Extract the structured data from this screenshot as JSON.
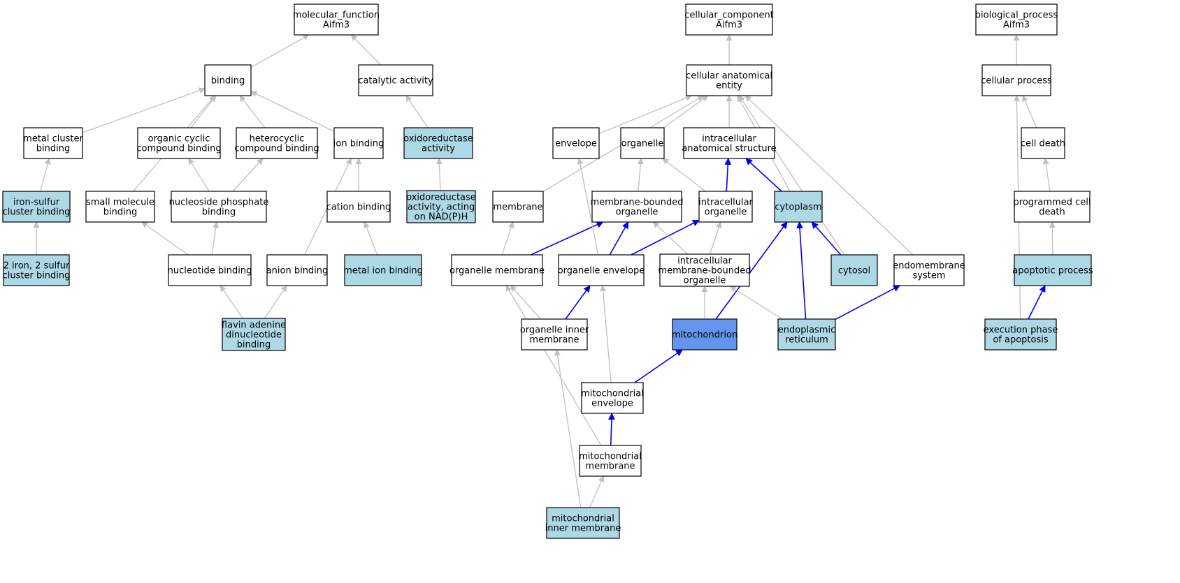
{
  "colors": {
    "white": "#ffffff",
    "annotated": "#add8e6",
    "focus": "#6495ed",
    "edge_gray": "#c0c0c0",
    "edge_blue": "#0000ee",
    "border": "#000000"
  },
  "nodes": {
    "mf_root": [
      "molecular_function",
      "Aifm3"
    ],
    "cc_root": [
      "cellular_component",
      "Aifm3"
    ],
    "bp_root": [
      "biological_process",
      "Aifm3"
    ],
    "binding": [
      "binding"
    ],
    "catalytic": [
      "catalytic activity"
    ],
    "cae": [
      "cellular anatomical",
      "entity"
    ],
    "cellproc": [
      "cellular process"
    ],
    "metalcluster": [
      "metal cluster",
      "binding"
    ],
    "organiccyclic": [
      "organic cyclic",
      "compound binding"
    ],
    "heterocyclic": [
      "heterocyclic",
      "compound binding"
    ],
    "ionbinding": [
      "ion binding"
    ],
    "oxido": [
      "oxidoreductase",
      "activity"
    ],
    "envelope": [
      "envelope"
    ],
    "organelle": [
      "organelle"
    ],
    "ias": [
      "intracellular",
      "anatomical structure"
    ],
    "celldeath": [
      "cell death"
    ],
    "ironsulfur": [
      "iron-sulfur",
      "cluster binding"
    ],
    "smallmol": [
      "small molecule",
      "binding"
    ],
    "nucphos": [
      "nucleoside phosphate",
      "binding"
    ],
    "cation": [
      "cation binding"
    ],
    "oxidonadph": [
      "oxidoreductase",
      "activity, acting",
      "on NAD(P)H"
    ],
    "membrane": [
      "membrane"
    ],
    "mbo": [
      "membrane-bounded",
      "organelle"
    ],
    "io": [
      "intracellular",
      "organelle"
    ],
    "cytoplasm": [
      "cytoplasm"
    ],
    "pcd": [
      "programmed cell",
      "death"
    ],
    "twoiron": [
      "2 iron, 2 sulfur",
      "cluster binding"
    ],
    "nucbinding": [
      "nucleotide binding"
    ],
    "anion": [
      "anion binding"
    ],
    "metalion": [
      "metal ion binding"
    ],
    "orgmem": [
      "organelle membrane"
    ],
    "orgenv": [
      "organelle envelope"
    ],
    "imbo": [
      "intracellular",
      "membrane-bounded",
      "organelle"
    ],
    "cytosol": [
      "cytosol"
    ],
    "endomem": [
      "endomembrane",
      "system"
    ],
    "apoptotic": [
      "apoptotic process"
    ],
    "fad": [
      "flavin adenine",
      "dinucleotide",
      "binding"
    ],
    "oim": [
      "organelle inner",
      "membrane"
    ],
    "mito": [
      "mitochondrion"
    ],
    "er": [
      "endoplasmic",
      "reticulum"
    ],
    "execphase": [
      "execution phase",
      "of apoptosis"
    ],
    "mitoenv": [
      "mitochondrial",
      "envelope"
    ],
    "mitomem": [
      "mitochondrial",
      "membrane"
    ],
    "mitoinner": [
      "mitochondrial",
      "inner membrane"
    ]
  },
  "node_fill": {
    "ironsulfur": "annotated",
    "twoiron": "annotated",
    "oxido": "annotated",
    "oxidonadph": "annotated",
    "metalion": "annotated",
    "fad": "annotated",
    "cytoplasm": "annotated",
    "cytosol": "annotated",
    "er": "annotated",
    "mitoinner": "annotated",
    "apoptotic": "annotated",
    "execphase": "annotated",
    "mito": "focus"
  },
  "edges": [
    [
      "binding",
      "mf_root",
      "gray"
    ],
    [
      "catalytic",
      "mf_root",
      "gray"
    ],
    [
      "metalcluster",
      "binding",
      "gray"
    ],
    [
      "organiccyclic",
      "binding",
      "gray"
    ],
    [
      "heterocyclic",
      "binding",
      "gray"
    ],
    [
      "ionbinding",
      "binding",
      "gray"
    ],
    [
      "smallmol",
      "binding",
      "gray"
    ],
    [
      "oxido",
      "catalytic",
      "gray"
    ],
    [
      "oxidonadph",
      "oxido",
      "gray"
    ],
    [
      "ironsulfur",
      "metalcluster",
      "gray"
    ],
    [
      "twoiron",
      "ironsulfur",
      "gray"
    ],
    [
      "nucphos",
      "organiccyclic",
      "gray"
    ],
    [
      "nucphos",
      "heterocyclic",
      "gray"
    ],
    [
      "cation",
      "ionbinding",
      "gray"
    ],
    [
      "anion",
      "ionbinding",
      "gray"
    ],
    [
      "metalion",
      "cation",
      "gray"
    ],
    [
      "nucbinding",
      "smallmol",
      "gray"
    ],
    [
      "nucbinding",
      "nucphos",
      "gray"
    ],
    [
      "fad",
      "nucbinding",
      "gray"
    ],
    [
      "fad",
      "anion",
      "gray"
    ],
    [
      "cae",
      "cc_root",
      "gray"
    ],
    [
      "envelope",
      "cae",
      "gray"
    ],
    [
      "organelle",
      "cae",
      "gray"
    ],
    [
      "ias",
      "cae",
      "gray"
    ],
    [
      "membrane",
      "cae",
      "gray"
    ],
    [
      "cytoplasm",
      "cae",
      "gray"
    ],
    [
      "cytosol",
      "cae",
      "gray"
    ],
    [
      "endomem",
      "cae",
      "gray"
    ],
    [
      "mbo",
      "organelle",
      "gray"
    ],
    [
      "io",
      "organelle",
      "gray"
    ],
    [
      "io",
      "ias",
      "blue"
    ],
    [
      "cytoplasm",
      "ias",
      "blue"
    ],
    [
      "orgmem",
      "membrane",
      "gray"
    ],
    [
      "orgmem",
      "mbo",
      "blue"
    ],
    [
      "orgenv",
      "mbo",
      "blue"
    ],
    [
      "orgenv",
      "io",
      "blue"
    ],
    [
      "orgenv",
      "envelope",
      "gray"
    ],
    [
      "imbo",
      "mbo",
      "gray"
    ],
    [
      "imbo",
      "io",
      "gray"
    ],
    [
      "cytosol",
      "cytoplasm",
      "blue"
    ],
    [
      "mito",
      "cytoplasm",
      "blue"
    ],
    [
      "er",
      "cytoplasm",
      "blue"
    ],
    [
      "mito",
      "imbo",
      "gray"
    ],
    [
      "er",
      "imbo",
      "gray"
    ],
    [
      "er",
      "endomem",
      "blue"
    ],
    [
      "oim",
      "orgmem",
      "gray"
    ],
    [
      "oim",
      "orgenv",
      "blue"
    ],
    [
      "mitoenv",
      "orgenv",
      "gray"
    ],
    [
      "mitoenv",
      "mito",
      "blue"
    ],
    [
      "mitomem",
      "mitoenv",
      "blue"
    ],
    [
      "mitomem",
      "orgmem",
      "gray"
    ],
    [
      "mitoinner",
      "mitomem",
      "gray"
    ],
    [
      "mitoinner",
      "oim",
      "gray"
    ],
    [
      "cellproc",
      "bp_root",
      "gray"
    ],
    [
      "celldeath",
      "cellproc",
      "gray"
    ],
    [
      "pcd",
      "celldeath",
      "gray"
    ],
    [
      "apoptotic",
      "pcd",
      "gray"
    ],
    [
      "execphase",
      "apoptotic",
      "blue"
    ],
    [
      "execphase",
      "cellproc",
      "gray"
    ]
  ]
}
